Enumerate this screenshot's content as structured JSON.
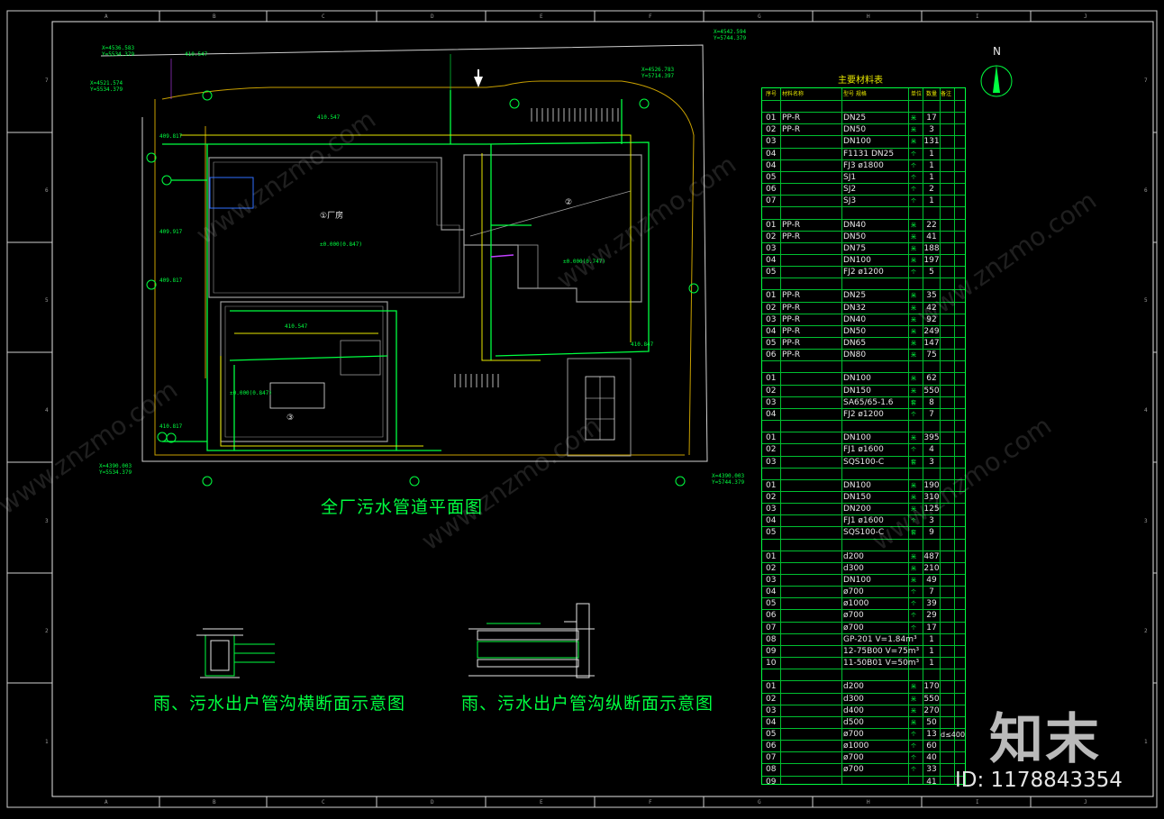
{
  "sheet": {
    "col_letters": [
      "A",
      "B",
      "C",
      "D",
      "E",
      "F",
      "G",
      "H",
      "I",
      "J"
    ],
    "row_numbers": [
      "7",
      "6",
      "5",
      "4",
      "3",
      "2",
      "1"
    ]
  },
  "titles": {
    "plan": "全厂污水管道平面图",
    "cross_section": "雨、污水出户管沟横断面示意图",
    "long_section": "雨、污水出户管沟纵断面示意图"
  },
  "plan": {
    "coords": [
      {
        "x": "X=4536.583",
        "y": "Y=5534.379"
      },
      {
        "x": "X=4542.594",
        "y": "Y=5744.379"
      },
      {
        "x": "X=4521.574",
        "y": "Y=5534.379"
      },
      {
        "x": "X=4526.783",
        "y": "Y=5714.397"
      },
      {
        "x": "X=4390.003",
        "y": "Y=5534.379"
      },
      {
        "x": "X=4390.003",
        "y": "Y=5744.379"
      }
    ],
    "buildings": [
      {
        "label": "①厂房",
        "level": "±0.000(0.847)"
      },
      {
        "label": "②",
        "level": "±0.000(0.747)"
      },
      {
        "label": "③",
        "level": "±0.000(0.847)"
      }
    ],
    "levels": [
      "410.547",
      "410.547",
      "409.817",
      "409.917",
      "409.817",
      "410.817",
      "410.547",
      "410.847"
    ]
  },
  "table": {
    "title": "主要材料表",
    "headers": [
      "序号",
      "材料名称",
      "型号 规格",
      "单位",
      "数量",
      "备注"
    ],
    "rows": [
      {
        "no": "",
        "name": "",
        "spec": "",
        "unit": "",
        "qty": "",
        "note": "",
        "group": true
      },
      {
        "no": "01",
        "name": "PP-R",
        "spec": "DN25",
        "unit": "米",
        "qty": "17",
        "note": ""
      },
      {
        "no": "02",
        "name": "PP-R",
        "spec": "DN50",
        "unit": "米",
        "qty": "3",
        "note": ""
      },
      {
        "no": "03",
        "name": "",
        "spec": "DN100",
        "unit": "米",
        "qty": "131",
        "note": ""
      },
      {
        "no": "04",
        "name": "",
        "spec": "F1131  DN25",
        "unit": "个",
        "qty": "1",
        "note": ""
      },
      {
        "no": "04",
        "name": "",
        "spec": "FJ3   ø1800",
        "unit": "个",
        "qty": "1",
        "note": ""
      },
      {
        "no": "05",
        "name": "",
        "spec": "SJ1",
        "unit": "个",
        "qty": "1",
        "note": ""
      },
      {
        "no": "06",
        "name": "",
        "spec": "SJ2",
        "unit": "个",
        "qty": "2",
        "note": ""
      },
      {
        "no": "07",
        "name": "",
        "spec": "SJ3",
        "unit": "个",
        "qty": "1",
        "note": ""
      },
      {
        "no": "",
        "name": "",
        "spec": "",
        "unit": "",
        "qty": "",
        "note": "",
        "group": true
      },
      {
        "no": "01",
        "name": "PP-R",
        "spec": "DN40",
        "unit": "米",
        "qty": "22",
        "note": ""
      },
      {
        "no": "02",
        "name": "PP-R",
        "spec": "DN50",
        "unit": "米",
        "qty": "41",
        "note": ""
      },
      {
        "no": "03",
        "name": "",
        "spec": "DN75",
        "unit": "米",
        "qty": "188",
        "note": ""
      },
      {
        "no": "04",
        "name": "",
        "spec": "DN100",
        "unit": "米",
        "qty": "197",
        "note": ""
      },
      {
        "no": "05",
        "name": "",
        "spec": "FJ2  ø1200",
        "unit": "个",
        "qty": "5",
        "note": ""
      },
      {
        "no": "",
        "name": "",
        "spec": "",
        "unit": "",
        "qty": "",
        "note": "",
        "group": true
      },
      {
        "no": "01",
        "name": "PP-R",
        "spec": "DN25",
        "unit": "米",
        "qty": "35",
        "note": ""
      },
      {
        "no": "02",
        "name": "PP-R",
        "spec": "DN32",
        "unit": "米",
        "qty": "42",
        "note": ""
      },
      {
        "no": "03",
        "name": "PP-R",
        "spec": "DN40",
        "unit": "米",
        "qty": "92",
        "note": ""
      },
      {
        "no": "04",
        "name": "PP-R",
        "spec": "DN50",
        "unit": "米",
        "qty": "249",
        "note": ""
      },
      {
        "no": "05",
        "name": "PP-R",
        "spec": "DN65",
        "unit": "米",
        "qty": "147",
        "note": ""
      },
      {
        "no": "06",
        "name": "PP-R",
        "spec": "DN80",
        "unit": "米",
        "qty": "75",
        "note": ""
      },
      {
        "no": "",
        "name": "",
        "spec": "",
        "unit": "",
        "qty": "",
        "note": "",
        "group": true
      },
      {
        "no": "01",
        "name": "",
        "spec": "DN100",
        "unit": "米",
        "qty": "62",
        "note": ""
      },
      {
        "no": "02",
        "name": "",
        "spec": "DN150",
        "unit": "米",
        "qty": "550",
        "note": ""
      },
      {
        "no": "03",
        "name": "",
        "spec": "SA65/65-1.6",
        "unit": "套",
        "qty": "8",
        "note": ""
      },
      {
        "no": "04",
        "name": "",
        "spec": "FJ2  ø1200",
        "unit": "个",
        "qty": "7",
        "note": ""
      },
      {
        "no": "",
        "name": "",
        "spec": "",
        "unit": "",
        "qty": "",
        "note": "",
        "group": true
      },
      {
        "no": "01",
        "name": "",
        "spec": "DN100",
        "unit": "米",
        "qty": "395",
        "note": ""
      },
      {
        "no": "02",
        "name": "",
        "spec": "FJ1  ø1600",
        "unit": "个",
        "qty": "4",
        "note": ""
      },
      {
        "no": "03",
        "name": "",
        "spec": "SQS100-C",
        "unit": "套",
        "qty": "3",
        "note": ""
      },
      {
        "no": "",
        "name": "",
        "spec": "",
        "unit": "",
        "qty": "",
        "note": "",
        "group": true
      },
      {
        "no": "01",
        "name": "",
        "spec": "DN100",
        "unit": "米",
        "qty": "190",
        "note": ""
      },
      {
        "no": "02",
        "name": "",
        "spec": "DN150",
        "unit": "米",
        "qty": "310",
        "note": ""
      },
      {
        "no": "03",
        "name": "",
        "spec": "DN200",
        "unit": "米",
        "qty": "125",
        "note": ""
      },
      {
        "no": "04",
        "name": "",
        "spec": "FJ1  ø1600",
        "unit": "个",
        "qty": "3",
        "note": ""
      },
      {
        "no": "05",
        "name": "",
        "spec": "SQS100-C",
        "unit": "套",
        "qty": "9",
        "note": ""
      },
      {
        "no": "",
        "name": "",
        "spec": "",
        "unit": "",
        "qty": "",
        "note": "",
        "group": true
      },
      {
        "no": "01",
        "name": "",
        "spec": "d200",
        "unit": "米",
        "qty": "487",
        "note": ""
      },
      {
        "no": "02",
        "name": "",
        "spec": "d300",
        "unit": "米",
        "qty": "210",
        "note": ""
      },
      {
        "no": "03",
        "name": "",
        "spec": "DN100",
        "unit": "米",
        "qty": "49",
        "note": ""
      },
      {
        "no": "04",
        "name": "",
        "spec": "ø700",
        "unit": "个",
        "qty": "7",
        "note": ""
      },
      {
        "no": "05",
        "name": "",
        "spec": "ø1000",
        "unit": "个",
        "qty": "39",
        "note": ""
      },
      {
        "no": "06",
        "name": "",
        "spec": "ø700",
        "unit": "个",
        "qty": "29",
        "note": ""
      },
      {
        "no": "07",
        "name": "",
        "spec": "ø700",
        "unit": "个",
        "qty": "17",
        "note": ""
      },
      {
        "no": "08",
        "name": "",
        "spec": "GP-201 V=1.84m³",
        "unit": "",
        "qty": "1",
        "note": ""
      },
      {
        "no": "09",
        "name": "",
        "spec": "12-75B00 V=75m³",
        "unit": "",
        "qty": "1",
        "note": ""
      },
      {
        "no": "10",
        "name": "",
        "spec": "11-50B01 V=50m³",
        "unit": "",
        "qty": "1",
        "note": ""
      },
      {
        "no": "",
        "name": "",
        "spec": "",
        "unit": "",
        "qty": "",
        "note": "",
        "group": true
      },
      {
        "no": "01",
        "name": "",
        "spec": "d200",
        "unit": "米",
        "qty": "170",
        "note": ""
      },
      {
        "no": "02",
        "name": "",
        "spec": "d300",
        "unit": "米",
        "qty": "550",
        "note": ""
      },
      {
        "no": "03",
        "name": "",
        "spec": "d400",
        "unit": "米",
        "qty": "270",
        "note": ""
      },
      {
        "no": "04",
        "name": "",
        "spec": "d500",
        "unit": "米",
        "qty": "50",
        "note": ""
      },
      {
        "no": "05",
        "name": "",
        "spec": "ø700",
        "unit": "个",
        "qty": "13",
        "note": "d≤400"
      },
      {
        "no": "06",
        "name": "",
        "spec": "ø1000",
        "unit": "个",
        "qty": "60",
        "note": ""
      },
      {
        "no": "07",
        "name": "",
        "spec": "ø700",
        "unit": "个",
        "qty": "40",
        "note": ""
      },
      {
        "no": "08",
        "name": "",
        "spec": "ø700",
        "unit": "个",
        "qty": "33",
        "note": ""
      },
      {
        "no": "09",
        "name": "",
        "spec": "",
        "unit": "",
        "qty": "41",
        "note": ""
      }
    ]
  },
  "north": "N",
  "brand": {
    "logo": "知末",
    "id": "ID: 1178843354",
    "watermark": "www.znzmo.com"
  },
  "colors": {
    "background": "#000000",
    "pipe_green": "#00ff40",
    "wall_gray": "#9a9a9a",
    "road_orange": "#c8a000",
    "accent_yellow": "#e6e600",
    "text_white": "#e6e6e6"
  }
}
